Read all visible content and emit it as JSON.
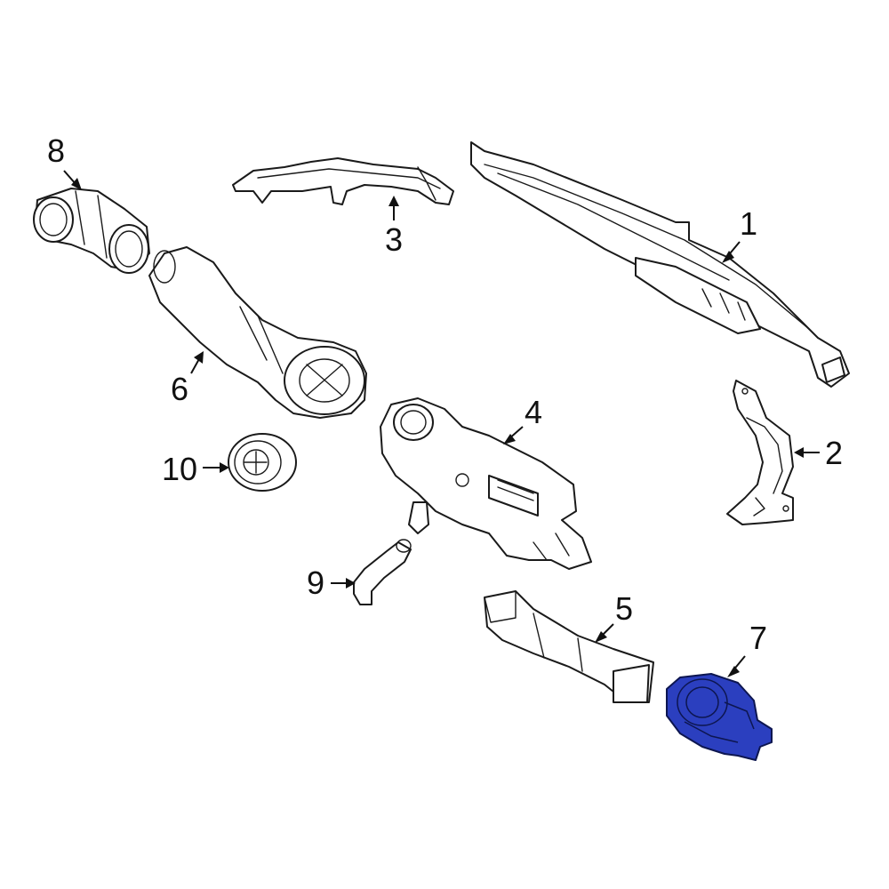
{
  "callouts": {
    "c1": "1",
    "c2": "2",
    "c3": "3",
    "c4": "4",
    "c5": "5",
    "c6": "6",
    "c7": "7",
    "c8": "8",
    "c9": "9",
    "c10": "10"
  },
  "highlighted_part": "7",
  "colors": {
    "highlight": "#2b3fbf",
    "line": "#1a1a1a",
    "background": "#ffffff"
  }
}
